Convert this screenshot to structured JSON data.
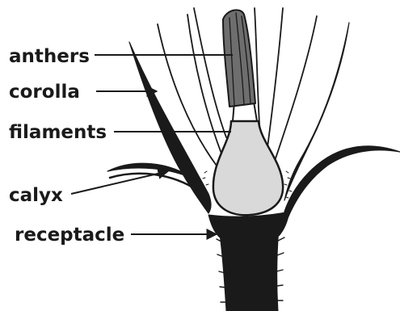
{
  "labels": {
    "anthers": "anthers",
    "corolla": "corolla",
    "filaments": "filaments",
    "calyx": "calyx",
    "receptacle": "receptacle"
  },
  "colors": {
    "ink": "#1a1a1a",
    "ovary_fill": "#d9d9d9",
    "background": "#ffffff"
  }
}
